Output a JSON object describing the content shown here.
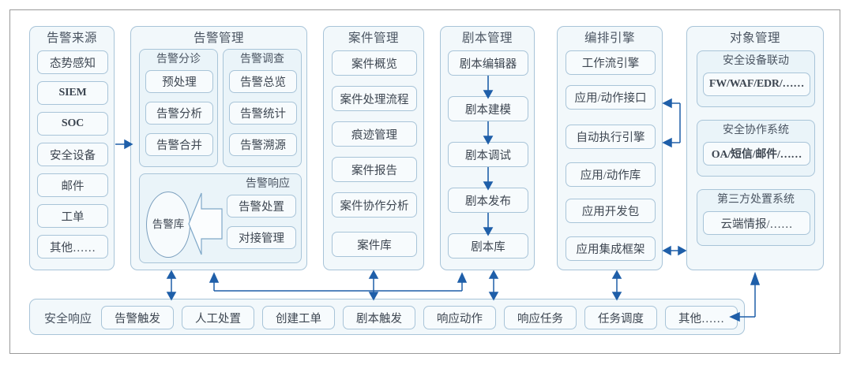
{
  "figure": {
    "title": "",
    "accent_color": "#1f5fa9",
    "panel_fill": "#f2f8fb",
    "panel_border": "#a8c4d8",
    "text_color": "#3d4651"
  },
  "columns": [
    {
      "id": "alarm-source",
      "title": "告警来源",
      "items": [
        {
          "label": "态势感知",
          "bold": false
        },
        {
          "label": "SIEM",
          "bold": true
        },
        {
          "label": "SOC",
          "bold": true
        },
        {
          "label": "安全设备",
          "bold": false
        },
        {
          "label": "邮件",
          "bold": false
        },
        {
          "label": "工单",
          "bold": false
        },
        {
          "label": "其他……",
          "bold": false
        }
      ]
    },
    {
      "id": "alarm-management",
      "title": "告警管理",
      "groups": [
        {
          "id": "alarm-triage",
          "title": "告警分诊",
          "items": [
            "预处理",
            "告警分析",
            "告警合并"
          ]
        },
        {
          "id": "alarm-investigation",
          "title": "告警调查",
          "items": [
            "告警总览",
            "告警统计",
            "告警溯源"
          ]
        },
        {
          "id": "alarm-response",
          "title": "告警响应",
          "repository": "告警库",
          "items": [
            "告警处置",
            "对接管理"
          ]
        }
      ]
    },
    {
      "id": "case-management",
      "title": "案件管理",
      "items": [
        {
          "label": "案件概览"
        },
        {
          "label": "案件处理流程"
        },
        {
          "label": "痕迹管理"
        },
        {
          "label": "案件报告"
        },
        {
          "label": "案件协作分析"
        },
        {
          "label": "案件库"
        }
      ]
    },
    {
      "id": "script-management",
      "title": "剧本管理",
      "items": [
        {
          "label": "剧本编辑器"
        },
        {
          "label": "剧本建模"
        },
        {
          "label": "剧本调试"
        },
        {
          "label": "剧本发布"
        },
        {
          "label": "剧本库"
        }
      ]
    },
    {
      "id": "orchestration-engine",
      "title": "编排引擎",
      "items": [
        {
          "label": "工作流引擎"
        },
        {
          "label": "应用/动作接口"
        },
        {
          "label": "自动执行引擎"
        },
        {
          "label": "应用/动作库"
        },
        {
          "label": "应用开发包"
        },
        {
          "label": "应用集成框架"
        }
      ]
    },
    {
      "id": "object-management",
      "title": "对象管理",
      "groups": [
        {
          "id": "security-device-linkage",
          "title": "安全设备联动",
          "item": "FW/WAF/EDR/……",
          "bold": true
        },
        {
          "id": "security-collaboration",
          "title": "安全协作系统",
          "item": "OA/短信/邮件/……",
          "bold": true
        },
        {
          "id": "third-party-disposal",
          "title": "第三方处置系统",
          "item": "云端情报/……",
          "bold": false
        }
      ]
    }
  ],
  "bottom_bar": {
    "id": "security-response-bar",
    "label": "安全响应",
    "items": [
      "告警触发",
      "人工处置",
      "创建工单",
      "剧本触发",
      "响应动作",
      "响应任务",
      "任务调度",
      "其他……"
    ]
  }
}
